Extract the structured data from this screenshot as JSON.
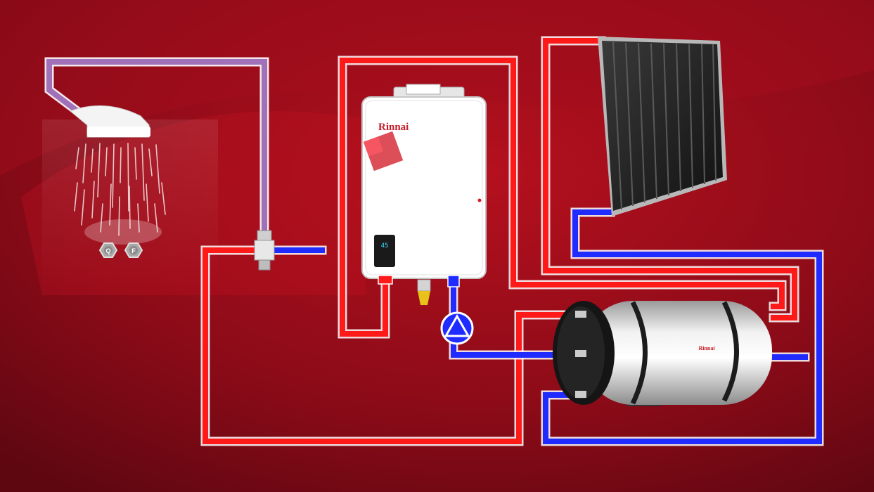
{
  "heater": {
    "brand": "Rinnai",
    "display": "45"
  },
  "tank": {
    "brand": "Rinnai"
  },
  "valves": [
    {
      "letter": "Q"
    },
    {
      "letter": "F"
    }
  ],
  "colors": {
    "background_dark": "#6e0914",
    "background_light": "#b8101f",
    "hot_pipe": "#ff1a1a",
    "cold_pipe": "#1f2bff",
    "mixed_pipe": "#a070b8",
    "brand_red": "#c41f2a"
  },
  "icons": [
    "shower-head-icon",
    "solar-panel-icon",
    "water-heater-icon",
    "storage-tank-icon",
    "pump-icon",
    "mixing-valve-icon"
  ]
}
